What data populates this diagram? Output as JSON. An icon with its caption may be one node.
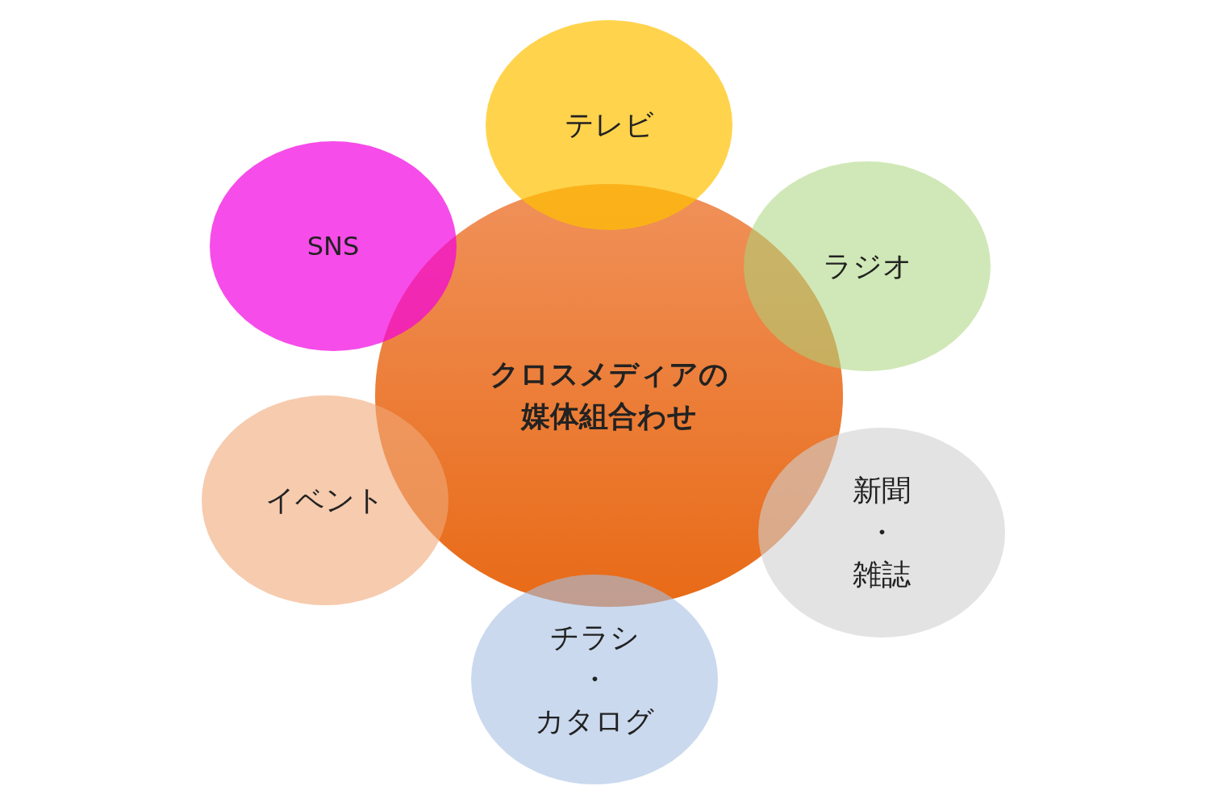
{
  "diagram": {
    "nodes": [
      {
        "text": [
          "クロスメディアの媒体組合わせ"
        ]
      },
      {
        "text": [
          "テレビ"
        ]
      },
      {
        "text": [
          "ラジオ"
        ]
      },
      {
        "text": [
          "新聞・雑誌"
        ]
      },
      {
        "text": [
          "チラシ・カタログ"
        ]
      },
      {
        "text": [
          "イベント"
        ]
      },
      {
        "text": [
          "SNS"
        ]
      }
    ]
  }
}
